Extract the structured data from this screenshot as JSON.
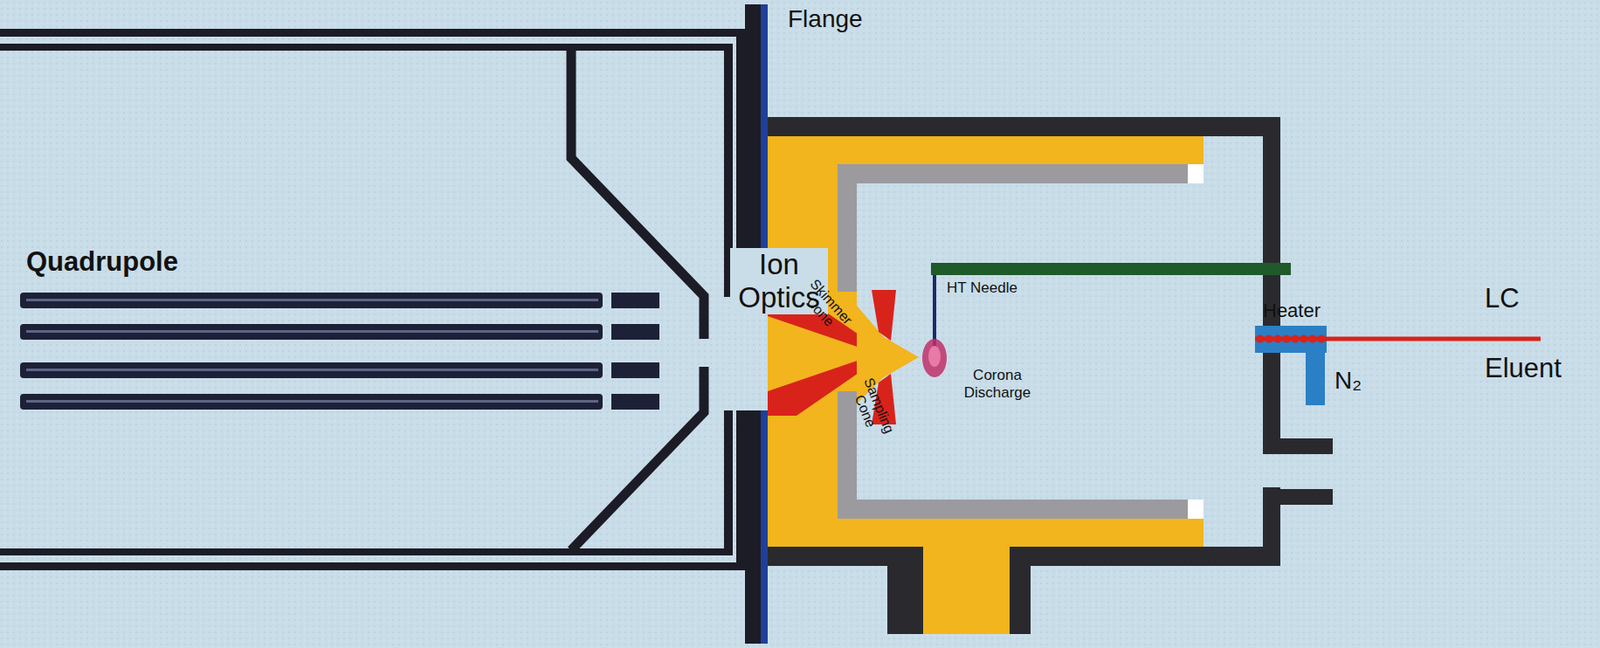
{
  "diagram": {
    "labels": [
      "Flange",
      "Quadrupole",
      "Ion Optics",
      "Skimmer Cone",
      "Sampling Cone",
      "HT Needle",
      "Corona Discharge",
      "Heater",
      "LC Eluent",
      "N₂"
    ]
  }
}
